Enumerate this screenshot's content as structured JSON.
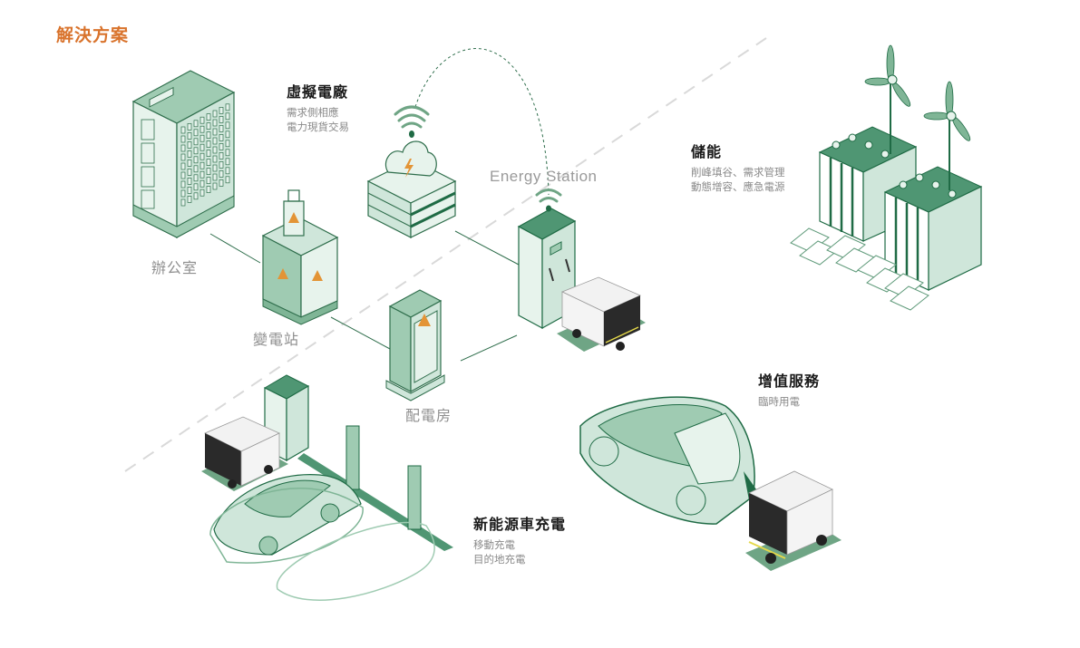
{
  "page_title": "解決方案",
  "colors": {
    "title": "#d9732c",
    "dark_green": "#1f6b45",
    "mid_green": "#7fb596",
    "light_green": "#cfe6da",
    "pale_green": "#e7f3ec",
    "orange": "#e39436",
    "label_gray": "#8e8e8e"
  },
  "sections": {
    "vpp": {
      "heading": "虛擬電廠",
      "lines": [
        "需求側相應",
        "電力現貨交易"
      ]
    },
    "storage": {
      "heading": "儲能",
      "lines": [
        "削峰填谷、需求管理",
        "動態增容、應急電源"
      ]
    },
    "value_added": {
      "heading": "增值服務",
      "lines": [
        "臨時用電"
      ]
    },
    "ev_charging": {
      "heading": "新能源車充電",
      "lines": [
        "移動充電",
        "目的地充電"
      ]
    }
  },
  "nodes": {
    "office": "辦公室",
    "substation": "變電站",
    "distribution_room": "配電房",
    "energy_station": "Energy Station"
  },
  "icons": [
    "office-building-icon",
    "substation-icon",
    "cloud-server-icon",
    "wifi-signal-icon",
    "distribution-cabinet-icon",
    "energy-station-cabinet-icon",
    "mobile-charging-robot-icon",
    "battery-storage-icon",
    "wind-turbine-icon",
    "solar-panel-icon",
    "electric-car-icon",
    "charging-pile-icon"
  ]
}
